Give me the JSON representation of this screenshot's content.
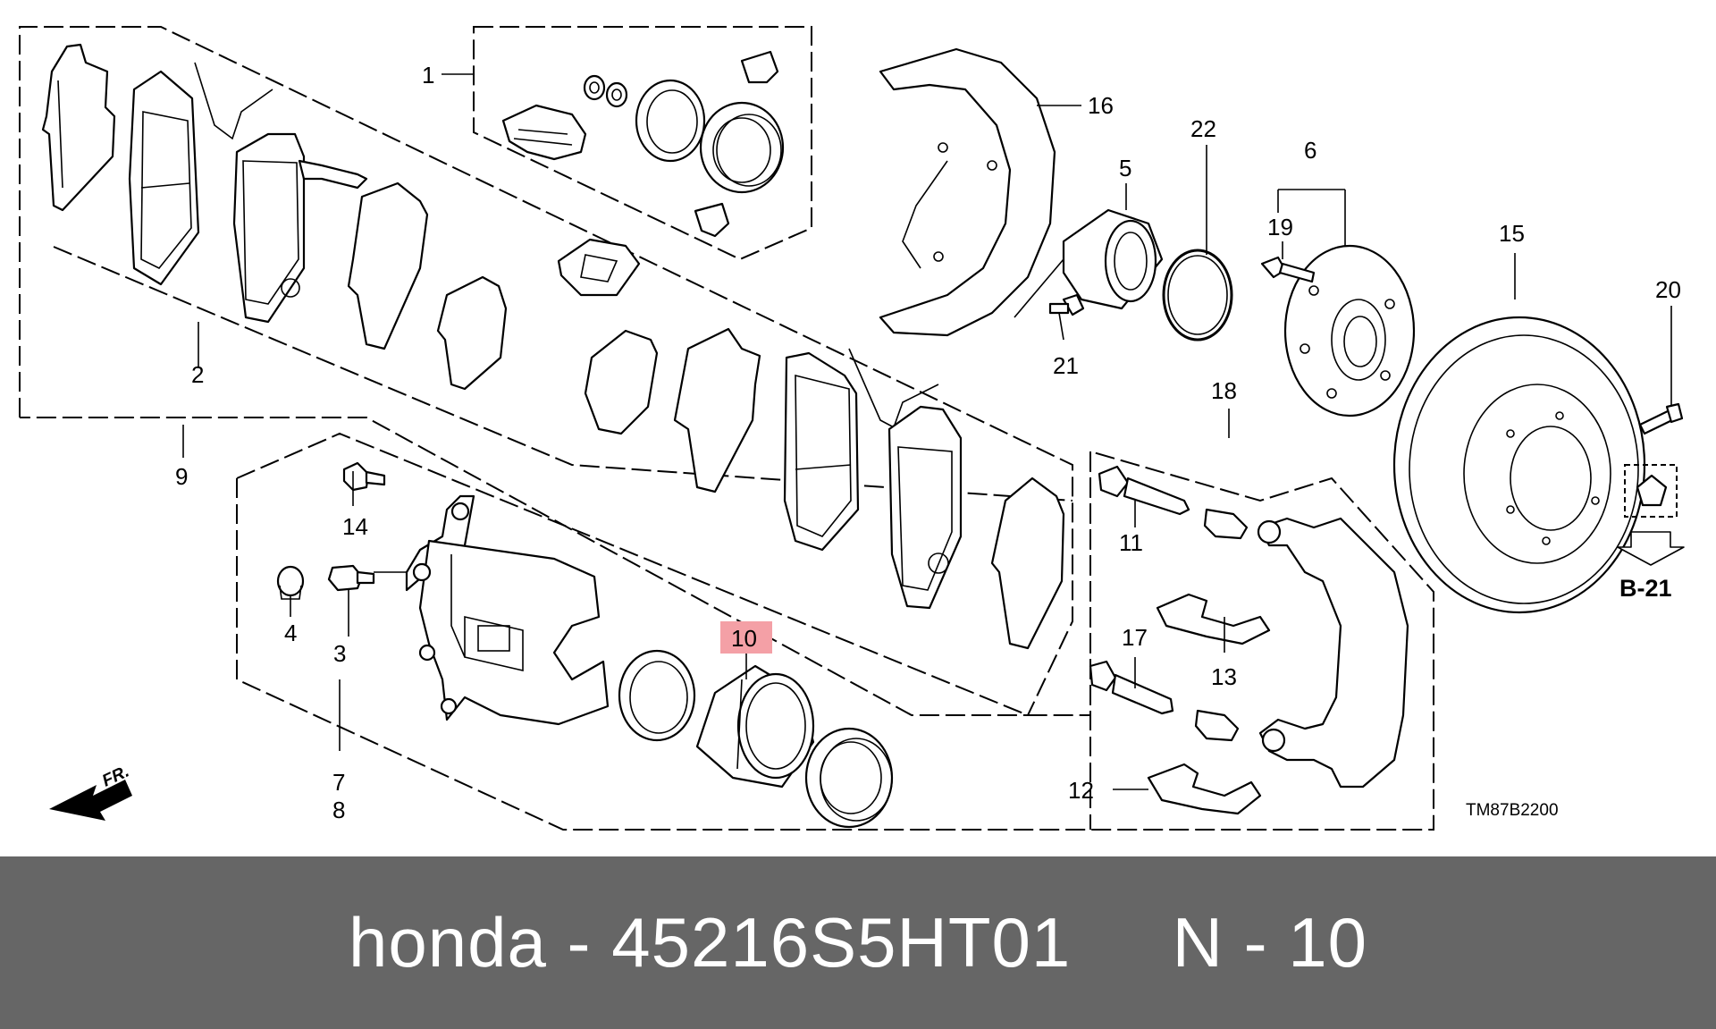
{
  "diagram": {
    "callouts": [
      {
        "id": "c1",
        "label": "1"
      },
      {
        "id": "c2",
        "label": "2"
      },
      {
        "id": "c3",
        "label": "3"
      },
      {
        "id": "c4",
        "label": "4"
      },
      {
        "id": "c5",
        "label": "5"
      },
      {
        "id": "c6",
        "label": "6"
      },
      {
        "id": "c7",
        "label": "7"
      },
      {
        "id": "c8",
        "label": "8"
      },
      {
        "id": "c9",
        "label": "9"
      },
      {
        "id": "c10",
        "label": "10"
      },
      {
        "id": "c11",
        "label": "11"
      },
      {
        "id": "c12",
        "label": "12"
      },
      {
        "id": "c13",
        "label": "13"
      },
      {
        "id": "c14",
        "label": "14"
      },
      {
        "id": "c15",
        "label": "15"
      },
      {
        "id": "c16",
        "label": "16"
      },
      {
        "id": "c17",
        "label": "17"
      },
      {
        "id": "c18",
        "label": "18"
      },
      {
        "id": "c19",
        "label": "19"
      },
      {
        "id": "c20",
        "label": "20"
      },
      {
        "id": "c21",
        "label": "21"
      },
      {
        "id": "c22",
        "label": "22"
      }
    ],
    "highlight_color": "#f4a0a6",
    "front_marker": "FR.",
    "ref_label": "B-21",
    "drawing_code": "TM87B2200"
  },
  "caption": {
    "text": "honda - 45216S5HT01     N - 10"
  }
}
